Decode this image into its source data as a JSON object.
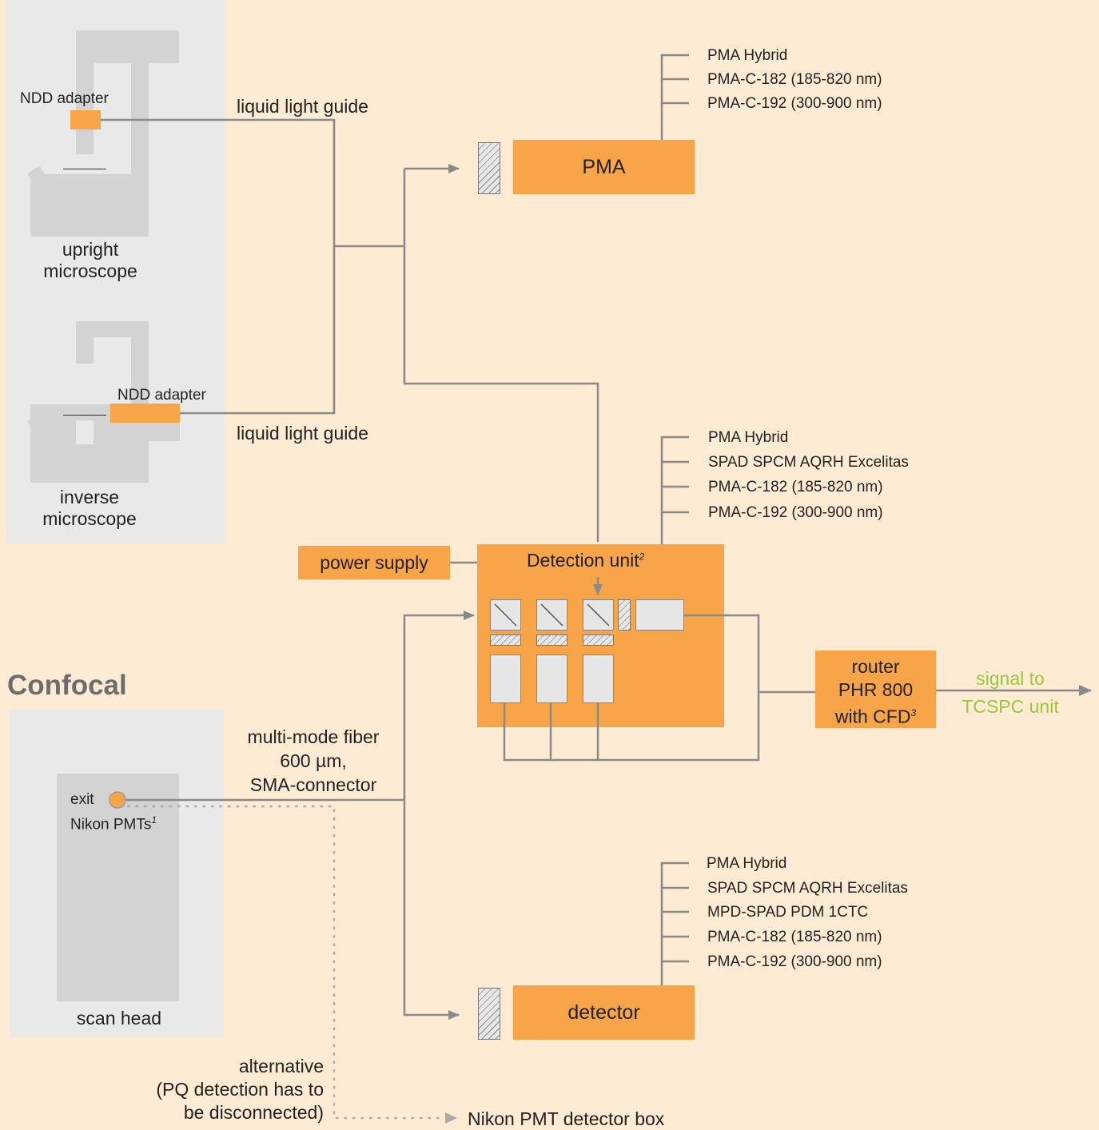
{
  "microscopes": {
    "upright": {
      "adapter": "NDD adapter",
      "label_line1": "upright",
      "label_line2": "microscope"
    },
    "inverse": {
      "adapter": "NDD adapter",
      "label_line1": "inverse",
      "label_line2": "microscope"
    },
    "guide_top": "liquid light guide",
    "guide_bottom": "liquid light guide"
  },
  "pma": {
    "label": "PMA",
    "options": [
      "PMA Hybrid",
      "PMA-C-182 (185-820 nm)",
      "PMA-C-192 (300-900 nm)"
    ]
  },
  "detection_unit": {
    "label": "Detection unit",
    "footnote": "2",
    "options": [
      "PMA Hybrid",
      "SPAD SPCM AQRH Excelitas",
      "PMA-C-182 (185-820 nm)",
      "PMA-C-192 (300-900 nm)"
    ]
  },
  "power_supply": {
    "label": "power supply"
  },
  "router": {
    "line1": "router",
    "line2": "PHR 800",
    "line3": "with CFD",
    "footnote": "3"
  },
  "signal": {
    "line1": "signal to",
    "line2": "TCSPC unit",
    "color": "#9cc63b"
  },
  "confocal": {
    "title": "Confocal",
    "exit_line1": "exit",
    "exit_line2": "Nikon PMTs",
    "exit_footnote": "1",
    "scan_head": "scan head",
    "fiber_line1": "multi-mode fiber",
    "fiber_line2": "600 µm,",
    "fiber_line3": "SMA-connector"
  },
  "detector": {
    "label": "detector",
    "options": [
      "PMA Hybrid",
      "SPAD SPCM AQRH Excelitas",
      "MPD-SPAD PDM 1CTC",
      "PMA-C-182 (185-820 nm)",
      "PMA-C-192 (300-900 nm)"
    ]
  },
  "alternative": {
    "line1": "alternative",
    "line2": "(PQ detection has to",
    "line3": "be disconnected)",
    "target": "Nikon PMT detector box"
  },
  "colors": {
    "background": "#fdebd3",
    "orange": "#f8a54a",
    "panel": "#e9e9e9",
    "wire": "#8a8a8a",
    "green": "#9cc63b"
  }
}
